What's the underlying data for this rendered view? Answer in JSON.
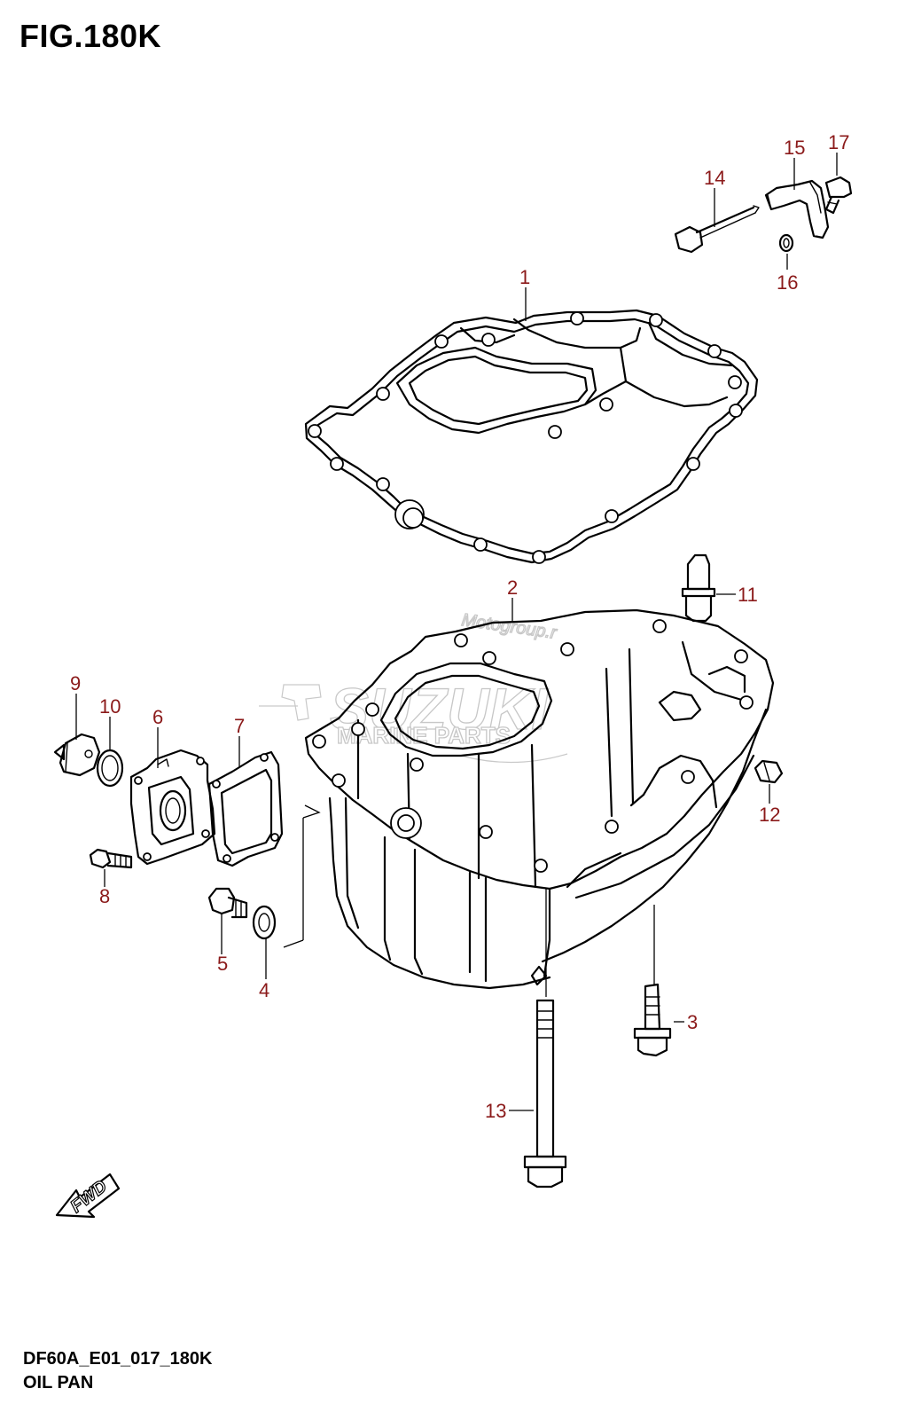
{
  "figure": {
    "title": "FIG.180K",
    "code": "DF60A_E01_017_180K",
    "caption": "OIL PAN"
  },
  "watermark": {
    "site": "Motogroup.r",
    "brand": "SUZUKI",
    "subtitle": "MARINE PARTS"
  },
  "direction_badge": "FWD",
  "callouts": [
    "1",
    "2",
    "3",
    "4",
    "5",
    "6",
    "7",
    "8",
    "9",
    "10",
    "11",
    "12",
    "13",
    "14",
    "15",
    "16",
    "17"
  ],
  "colors": {
    "callout": "#8b1a1a",
    "line": "#000000",
    "watermark": "#c7c7c7"
  }
}
